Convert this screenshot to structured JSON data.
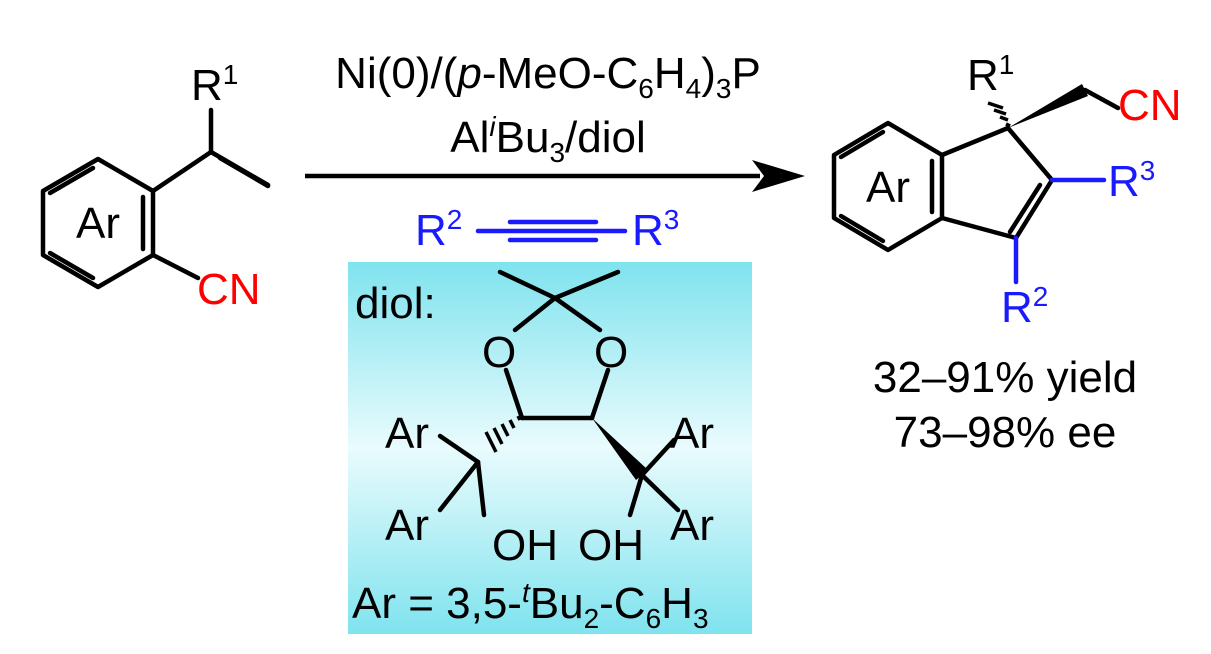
{
  "colors": {
    "black": "#000000",
    "red": "#ff0000",
    "blue": "#1a1aff",
    "box_top": "#7fe3ee",
    "box_mid": "#e9fbfd",
    "box_bottom": "#7fe3ee"
  },
  "reactant": {
    "ring_label": "Ar",
    "r1_main": "R",
    "r1_sup": "1",
    "cn": "CN"
  },
  "conditions": {
    "catalyst_a": "Ni(0)/(",
    "catalyst_p": "p",
    "catalyst_b": "-MeO-C",
    "catalyst_sub6": "6",
    "catalyst_c": "H",
    "catalyst_sub4": "4",
    "catalyst_d": ")",
    "catalyst_sub3": "3",
    "catalyst_e": "P",
    "additive_a": "Al",
    "additive_sup": "i",
    "additive_b": "Bu",
    "additive_sub": "3",
    "additive_c": "/diol",
    "alkyne_r2": "R",
    "alkyne_r2_sup": "2",
    "alkyne_r3": "R",
    "alkyne_r3_sup": "3"
  },
  "diol_box": {
    "heading": "diol:",
    "o_left": "O",
    "o_right": "O",
    "ar_tl": "Ar",
    "ar_bl": "Ar",
    "ar_tr": "Ar",
    "ar_br": "Ar",
    "oh_left": "OH",
    "oh_right": "OH",
    "footer_a": "Ar = 3,5-",
    "footer_sup": "t",
    "footer_b": "Bu",
    "footer_sub2": "2",
    "footer_c": "-C",
    "footer_sub6": "6",
    "footer_d": "H",
    "footer_sub3": "3"
  },
  "product": {
    "ring_label": "Ar",
    "r1_main": "R",
    "r1_sup": "1",
    "cn": "CN",
    "r2_main": "R",
    "r2_sup": "2",
    "r3_main": "R",
    "r3_sup": "3",
    "yield": "32–91% yield",
    "ee": "73–98% ee"
  }
}
